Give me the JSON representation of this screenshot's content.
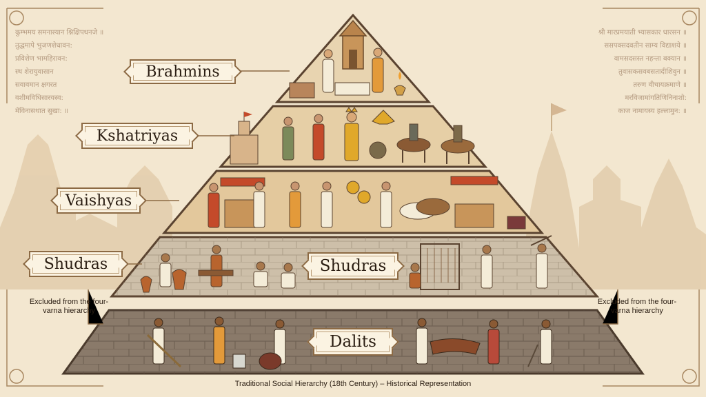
{
  "tiers": [
    {
      "name": "Brahmins",
      "label": "Brahmins"
    },
    {
      "name": "Kshatriyas",
      "label": "Kshatriyas"
    },
    {
      "name": "Vaishyas",
      "label": "Vaishyas"
    },
    {
      "name": "Shudras",
      "label": "Shudras",
      "inner_label": "Shudras"
    },
    {
      "name": "Dalits",
      "label": "Dalits"
    }
  ],
  "side_notes": {
    "left": "Excluded from the four-varna hierarchy",
    "right": "Excluded from the four-varna hierarchy"
  },
  "caption": "Traditional Social Hierarchy (18th Century) – Historical Representation",
  "decorative_script": {
    "left": [
      "कुम्भमय समनास्यान श्निक्षिपथनजे ॥",
      "तुद्धमापे भुजणशेधावन:",
      "प्रविशेण भामहिरावन:",
      "स्थ शेरायुवासान",
      "सवावमान क्षगरत",
      "वशीमविधिसारयस्व:",
      "मेविनासथात सुखा: ॥"
    ],
    "right": [
      "श्री मारप्रमयाती भ्यासकार धारसन ॥",
      "ससपक्सदवतीन साम्य विद्याशये ॥",
      "वामसदसस्त नहन्ता बक्यान ॥",
      "तुवासकसवबसतादीशिवुन ॥",
      "तरुण वीचायक्रमाणे ॥",
      "मरविजामांगतिणिनिनाशो:",
      "काज नामायस्य हल्लामुन: ॥"
    ]
  },
  "colors": {
    "parchment": "#f3e7d0",
    "ink": "#2a1d12",
    "label_border": "#8c6a44",
    "brahmin_band": "#e8d4b0",
    "kshatriya_band": "#e6cfa6",
    "vaishya_band": "#e3c89c",
    "shudra_band": "#cdbfa9",
    "dalit_band": "#8a7a6a"
  }
}
